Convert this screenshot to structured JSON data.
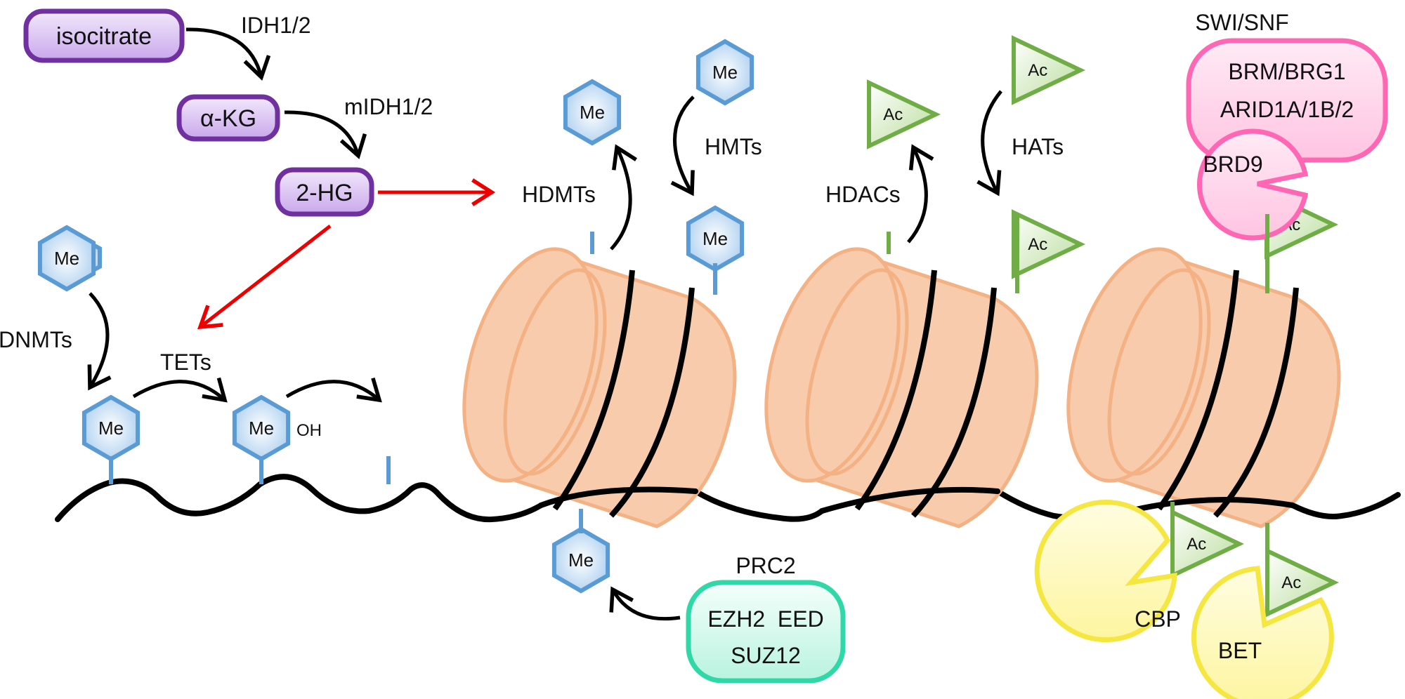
{
  "metabolism": {
    "isocitrate": "isocitrate",
    "akg": "α-KG",
    "hg": "2-HG",
    "idh": "IDH1/2",
    "midh": "mIDH1/2"
  },
  "dna_methylation": {
    "dnmts": "DNMTs",
    "tets": "TETs",
    "oh": "OH"
  },
  "histone_methylation": {
    "hdmts": "HDMTs",
    "hmts": "HMTs"
  },
  "histone_acetylation": {
    "hdacs": "HDACs",
    "hats": "HATs"
  },
  "marks": {
    "methyl": "Me",
    "acetyl": "Ac"
  },
  "prc2": {
    "title": "PRC2",
    "line1": "EZH2  EED",
    "line2": "SUZ12"
  },
  "swi_snf": {
    "title": "SWI/SNF",
    "line1": "BRM/BRG1",
    "line2": "ARID1A/1B/2",
    "brd9": "BRD9"
  },
  "readers": {
    "cbp": "CBP",
    "bet": "BET"
  },
  "colors": {
    "methyl_mark": "#5b9bd5",
    "acetyl_mark": "#70ad47",
    "metabolite": "#7030a0",
    "inhibitory_arrow": "#ee0000",
    "nucleosome": "#f8cbad",
    "prc2_complex": "#2fd8a6",
    "swi_snf_complex": "#ff66b3",
    "reader_complex": "#f5e642"
  }
}
